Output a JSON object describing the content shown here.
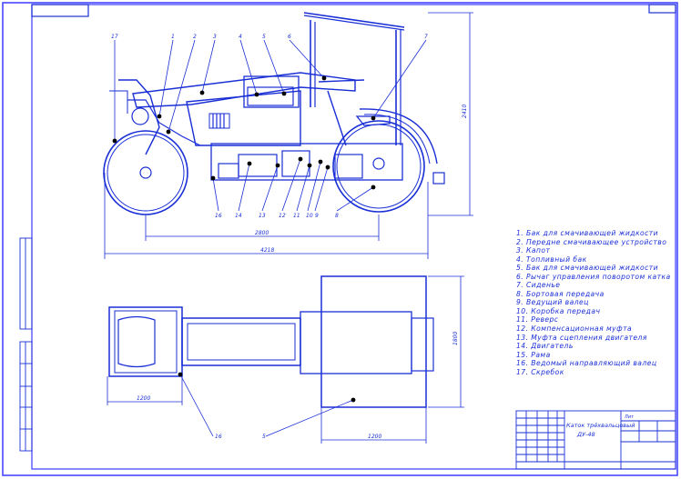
{
  "legend": {
    "items": [
      "1. Бак для смачивающей жидкости",
      "2. Передне смачивающее устройство",
      "3. Капот",
      "4. Топливный бак",
      "5. Бак для смачивающей жидкости",
      "6. Рычаг управления поворотом катка",
      "7. Сиденье",
      "8. Бортовая передача",
      "9. Ведущий валец",
      "10. Коробка передач",
      "11. Реверс",
      "12. Компенсационная муфта",
      "13. Муфта сцепления двигателя",
      "14. Двигатель",
      "15. Рама",
      "16. Ведомый направляющий валец",
      "17. Скребок"
    ]
  },
  "callouts": {
    "top": [
      "17",
      "1",
      "2",
      "3",
      "4",
      "5",
      "6",
      "7"
    ],
    "bottom": [
      "16",
      "14",
      "13",
      "12",
      "11",
      "10",
      "9",
      "8"
    ],
    "plan": [
      "16",
      "5"
    ]
  },
  "dimensions": {
    "height_side": "2410",
    "wheelbase": "2800",
    "length": "4218",
    "width_plan": "1800",
    "front_roller_width": "1200",
    "rear_roller_width": "1200"
  },
  "title_block": {
    "name_line1": "Каток трёхвальцовый",
    "name_line2": "ДУ-48",
    "small_code": "Лит"
  },
  "colors": {
    "line": "#1a2fd6",
    "frame": "#3a3aff",
    "marker": "#000000"
  }
}
